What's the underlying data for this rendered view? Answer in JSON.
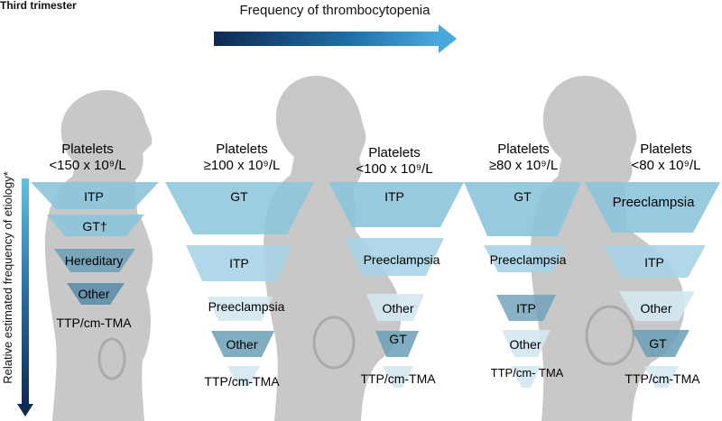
{
  "header": {
    "top_left": "Third trimester",
    "top_arrow_label": "Frequency of thrombocytopenia"
  },
  "side_axis_label": "Relative estimated frequency of etiology*",
  "colors": {
    "funnel_light": "#a9d4e6",
    "funnel_mid": "#8cc4dc",
    "funnel_pale": "#d3e8f1",
    "funnel_dark": "#6b9fb8",
    "silhouette": "#c8c8c8",
    "arrow_dark": "#0f2a52",
    "arrow_light": "#4aa8dc"
  },
  "columns": [
    {
      "platelets_label": "Platelets",
      "threshold_label": "<150 x 10⁹/L",
      "items": [
        "ITP",
        "GT†",
        "Hereditary",
        "Other",
        "TTP/cm-TMA"
      ]
    },
    {
      "platelets_label": "Platelets",
      "threshold_label": "≥100 x 10⁹/L",
      "items": [
        "GT",
        "ITP",
        "Preeclampsia",
        "Other",
        "TTP/cm-TMA"
      ]
    },
    {
      "platelets_label": "Platelets",
      "threshold_label": "<100 x 10⁹/L",
      "items": [
        "ITP",
        "Preeclampsia",
        "Other",
        "GT",
        "TTP/cm-TMA"
      ]
    },
    {
      "platelets_label": "Platelets",
      "threshold_label": "≥80 x 10⁹/L",
      "items": [
        "GT",
        "Preeclampsia",
        "ITP",
        "Other",
        "TTP/cm- TMA"
      ]
    },
    {
      "platelets_label": "Platelets",
      "threshold_label": "<80 x 10⁹/L",
      "items": [
        "Preeclampsia",
        "ITP",
        "Other",
        "GT",
        "TTP/cm-TMA"
      ]
    }
  ]
}
